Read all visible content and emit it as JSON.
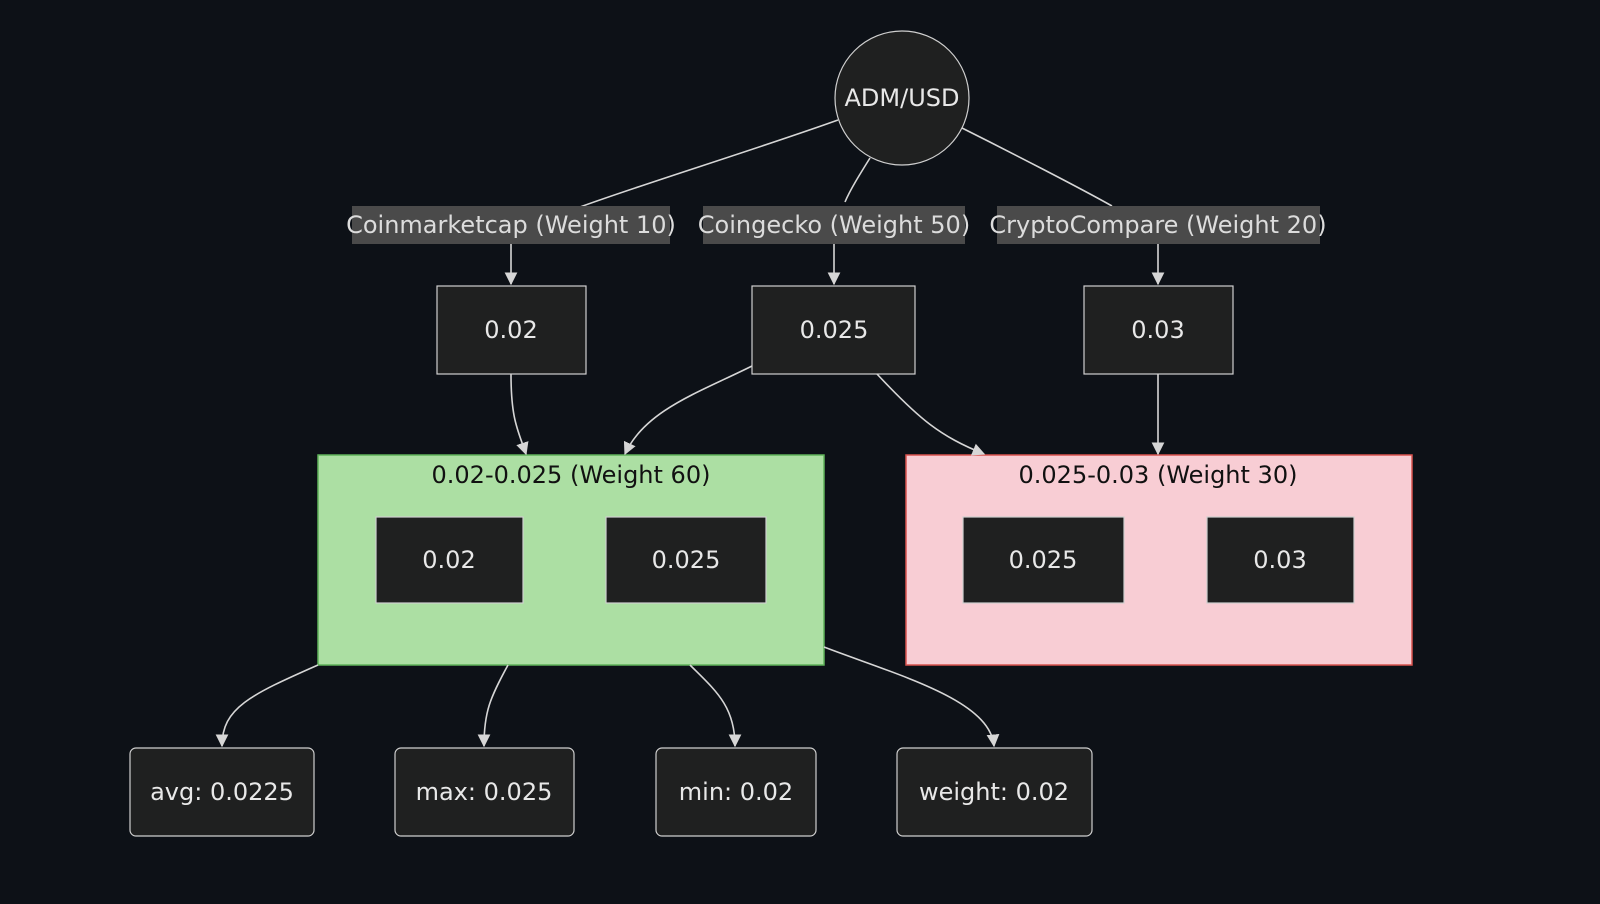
{
  "root": {
    "label": "ADM/USD"
  },
  "sources": [
    {
      "label": "Coinmarketcap (Weight 10)",
      "value": "0.02"
    },
    {
      "label": "Coingecko (Weight 50)",
      "value": "0.025"
    },
    {
      "label": "CryptoCompare (Weight 20)",
      "value": "0.03"
    }
  ],
  "groups": [
    {
      "title": "0.02-0.025 (Weight 60)",
      "members": [
        "0.02",
        "0.025"
      ],
      "fill": "#acdfa3",
      "stroke": "#5fb35a"
    },
    {
      "title": "0.025-0.03 (Weight 30)",
      "members": [
        "0.025",
        "0.03"
      ],
      "fill": "#f8cdd4",
      "stroke": "#d9534f"
    }
  ],
  "results": [
    {
      "label": "avg: 0.0225"
    },
    {
      "label": "max: 0.025"
    },
    {
      "label": "min: 0.02"
    },
    {
      "label": "weight: 0.02"
    }
  ],
  "colors": {
    "background": "#0d1117",
    "node_fill": "#1f2020",
    "edge": "#d6d6d6"
  }
}
